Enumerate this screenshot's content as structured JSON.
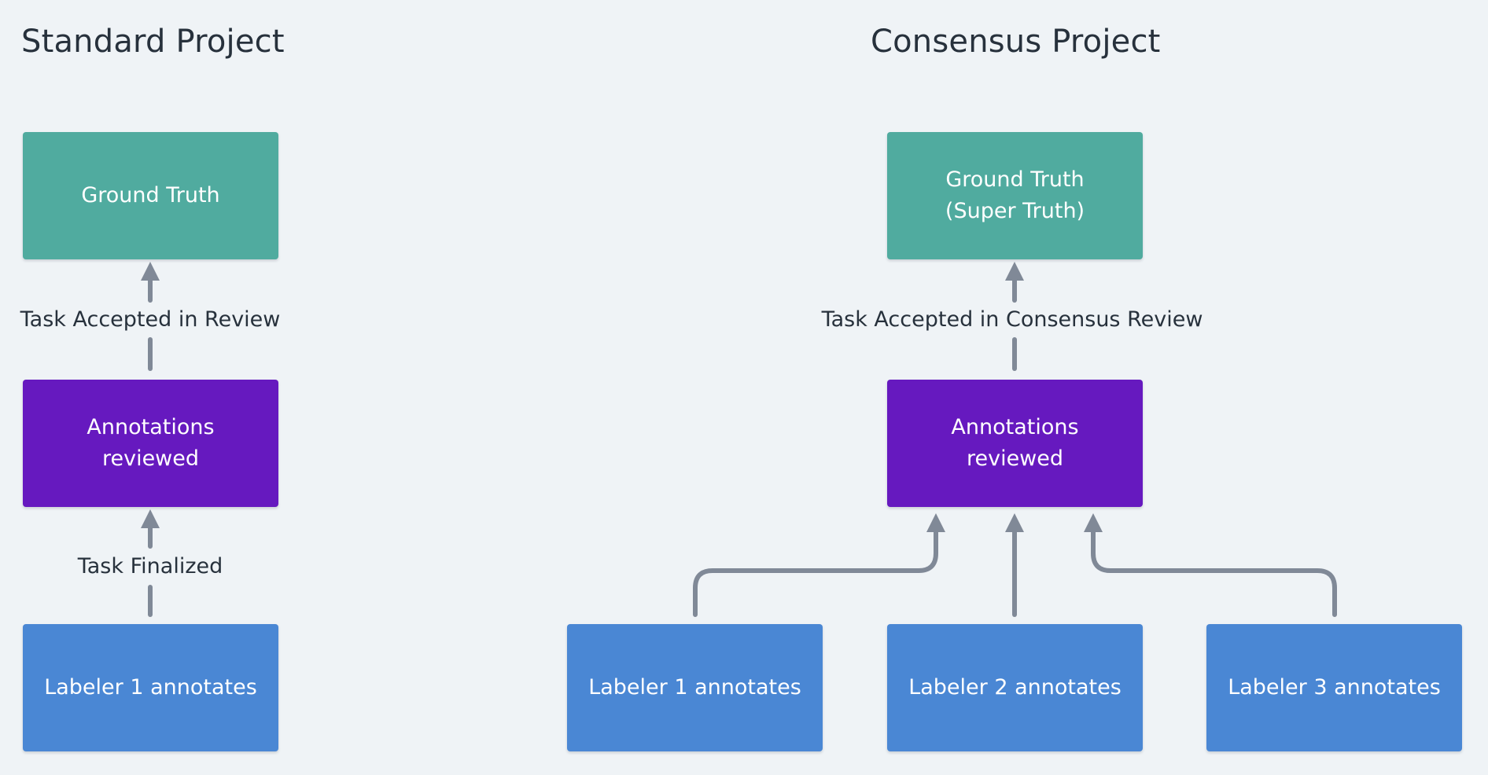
{
  "colors": {
    "background": "#eff3f6",
    "ground_truth": "#50ab9f",
    "review": "#6619bf",
    "labeler": "#4a87d4",
    "connector": "#808997",
    "text_dark": "#27313c"
  },
  "standard": {
    "title": "Standard Project",
    "ground_truth": "Ground Truth",
    "review": "Annotations\nreviewed",
    "labeler": "Labeler 1 annotates",
    "edge_top": "Task Accepted in Review",
    "edge_bottom": "Task Finalized"
  },
  "consensus": {
    "title": "Consensus Project",
    "ground_truth": "Ground Truth\n(Super Truth)",
    "review": "Annotations\nreviewed",
    "edge_top": "Task Accepted in Consensus Review",
    "labelers": [
      "Labeler 1 annotates",
      "Labeler 2 annotates",
      "Labeler 3 annotates"
    ]
  }
}
